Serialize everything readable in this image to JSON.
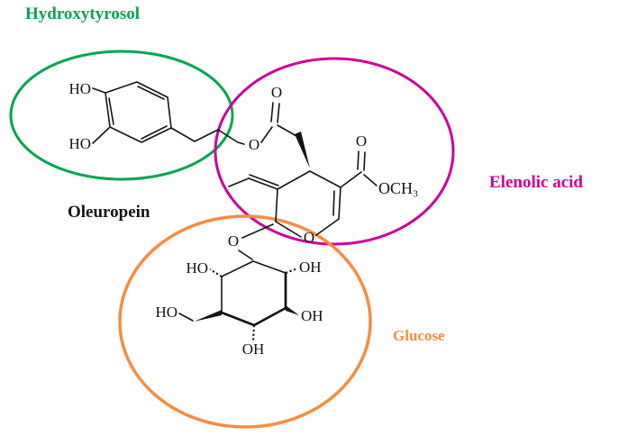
{
  "figure": {
    "compound_label": "Oleuropein",
    "regions": [
      {
        "id": "hydroxytyrosol",
        "label": "Hydroxytyrosol",
        "color": "#00A651"
      },
      {
        "id": "elenolic-acid",
        "label": "Elenolic acid",
        "color": "#CC0099"
      },
      {
        "id": "glucose",
        "label": "Glucose",
        "color": "#F68D3F"
      }
    ],
    "atoms": {
      "ht_ho_top": "HO",
      "ht_ho_bottom": "HO",
      "ester_o": "O",
      "ester_carbonyl_o": "O",
      "methyl_ester_carbonyl_o": "O",
      "methyl_ester_o_ch3": "OCH₃",
      "pyran_ring_o": "O",
      "glycosidic_o": "O",
      "glc_ho_top_left": "HO",
      "glc_oh_top_right": "OH",
      "glc_ch2_ho": "HO",
      "glc_oh_right": "OH",
      "glc_oh_bottom": "OH"
    }
  }
}
